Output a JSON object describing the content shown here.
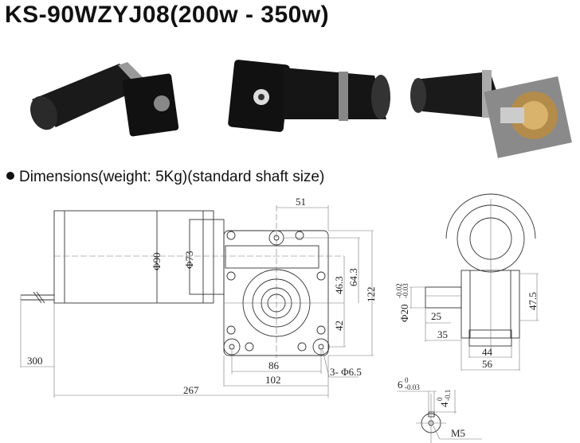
{
  "title": "KS-90WZYJ08(200w - 350w)",
  "subtitle": "Dimensions(weight: 5Kg)(standard shaft size)",
  "photos": [
    "motor-photo-front",
    "motor-photo-back",
    "motor-photo-open-gear"
  ],
  "front_view": {
    "motor_diameter": "Φ90",
    "flange_diameter": "Φ73",
    "cable_length": "300",
    "total_length": "267",
    "hole_spacing": "86",
    "housing_width": "102",
    "offset_top": "51",
    "height_total": "122",
    "height_64": "64.3",
    "height_46": "46.3",
    "height_42": "42",
    "holes": "3- Φ6.5"
  },
  "side_view": {
    "shaft_diameter": "Φ20",
    "shaft_tol_upper": "-0.02",
    "shaft_tol_lower": "-0.03",
    "shaft_len_25": "25",
    "shaft_len_35": "35",
    "width_44": "44",
    "width_56": "56",
    "height_47": "47.5"
  },
  "shaft_detail": {
    "key_width": "6",
    "key_tol_upper": "0",
    "key_tol_lower": "-0.03",
    "key_depth": "4",
    "depth_tol_upper": "0",
    "depth_tol_lower": "-0.1",
    "thread": "M5"
  }
}
